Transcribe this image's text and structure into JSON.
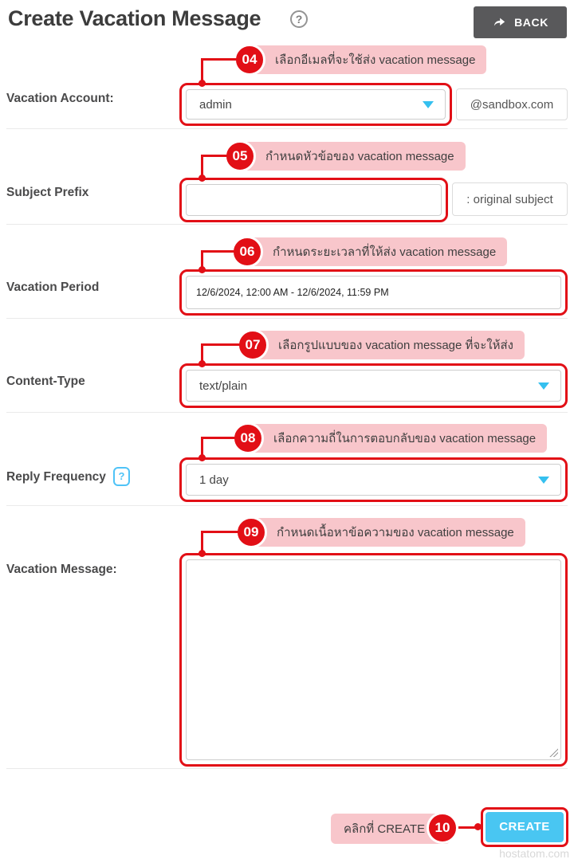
{
  "header": {
    "title": "Create Vacation Message",
    "help_icon": "?",
    "back_button": "BACK"
  },
  "form": {
    "vacation_account": {
      "label": "Vacation Account:",
      "value": "admin",
      "suffix": "@sandbox.com"
    },
    "subject_prefix": {
      "label": "Subject Prefix",
      "value": "",
      "suffix": ": original subject"
    },
    "vacation_period": {
      "label": "Vacation Period",
      "value": "12/6/2024, 12:00 AM - 12/6/2024, 11:59 PM"
    },
    "content_type": {
      "label": "Content-Type",
      "value": "text/plain"
    },
    "reply_frequency": {
      "label": "Reply Frequency",
      "help_icon": "?",
      "value": "1 day"
    },
    "vacation_message": {
      "label": "Vacation Message:",
      "value": ""
    },
    "create_button": "CREATE"
  },
  "annotations": {
    "a04": {
      "number": "04",
      "text": "เลือกอีเมลที่จะใช้ส่ง vacation message"
    },
    "a05": {
      "number": "05",
      "text": "กำหนดหัวข้อของ vacation message"
    },
    "a06": {
      "number": "06",
      "text": "กำหนดระยะเวลาที่ให้ส่ง vacation message"
    },
    "a07": {
      "number": "07",
      "text": "เลือกรูปแบบของ vacation message ที่จะให้ส่ง"
    },
    "a08": {
      "number": "08",
      "text": "เลือกความถี่ในการตอบกลับของ vacation message"
    },
    "a09": {
      "number": "09",
      "text": "กำหนดเนื้อหาข้อความของ vacation message"
    },
    "a10": {
      "number": "10",
      "text": "คลิกที่ CREATE"
    }
  },
  "watermark": "hostatom.com",
  "colors": {
    "annotation_red": "#e20f16",
    "annotation_pink": "#f8c6cb",
    "accent_cyan": "#49c6f2",
    "back_gray": "#59595b"
  }
}
